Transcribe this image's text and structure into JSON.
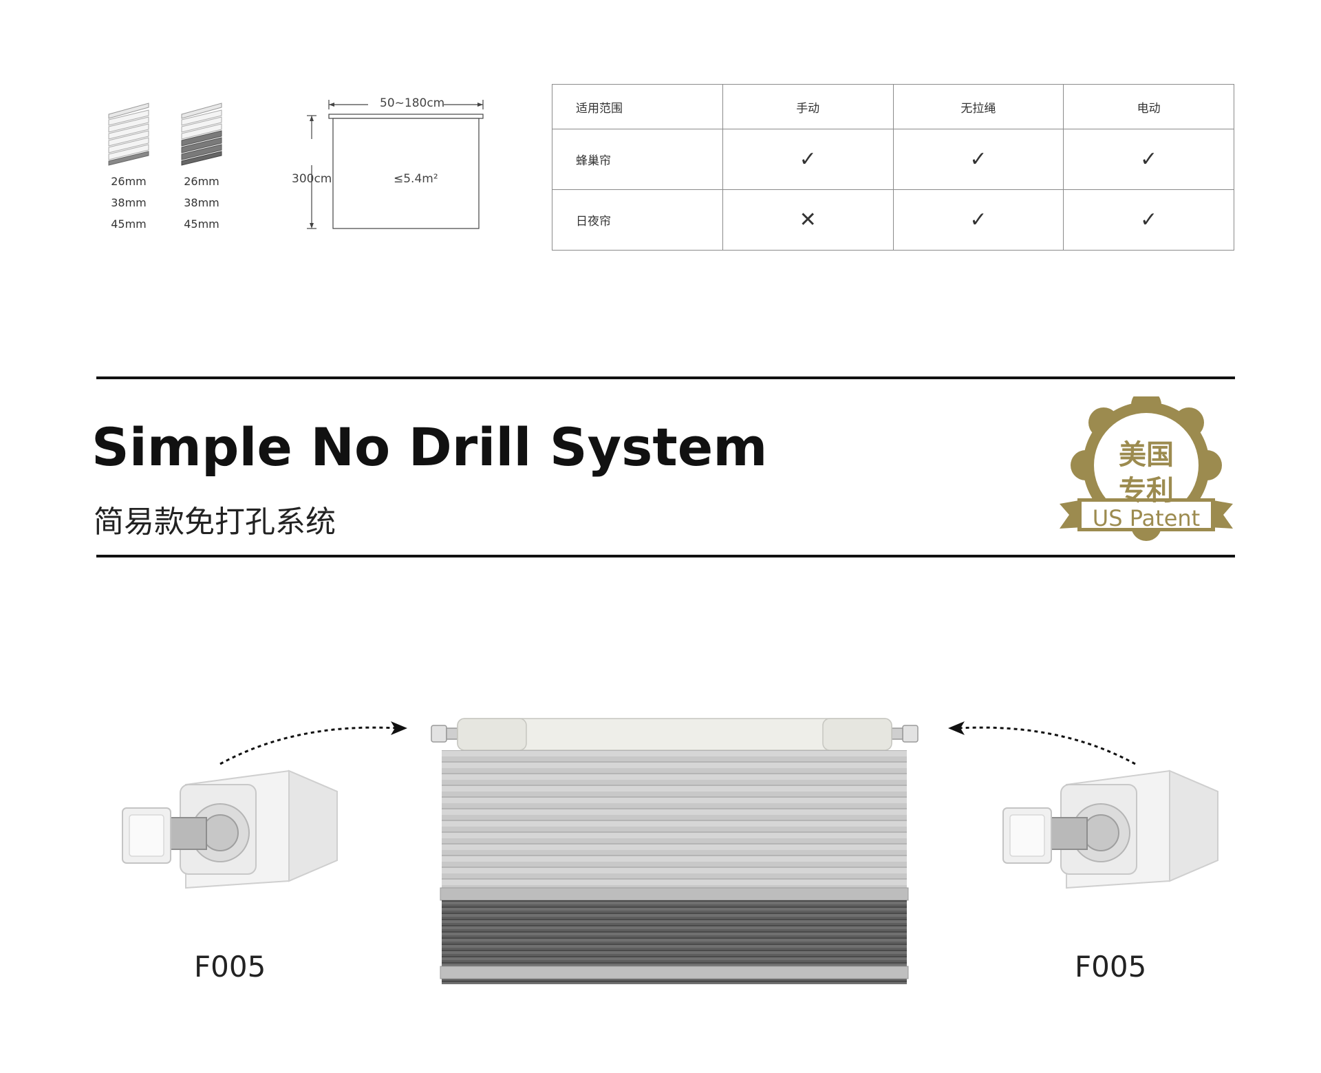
{
  "samples": [
    {
      "sizes": [
        "26mm",
        "38mm",
        "45mm"
      ]
    },
    {
      "sizes": [
        "26mm",
        "38mm",
        "45mm"
      ]
    }
  ],
  "dimension": {
    "width": "50~180cm",
    "height": "300cm",
    "area": "≤5.4m²"
  },
  "table": {
    "headers": [
      "适用范围",
      "手动",
      "无拉绳",
      "电动"
    ],
    "rows": [
      {
        "name": "蜂巢帘",
        "marks": [
          "✓",
          "✓",
          "✓"
        ]
      },
      {
        "name": "日夜帘",
        "marks": [
          "✕",
          "✓",
          "✓"
        ]
      }
    ]
  },
  "title": {
    "en": "Simple No Drill System",
    "cn": "简易款免打孔系统"
  },
  "badge": {
    "line1": "美国",
    "line2": "专利",
    "ribbon": "US Patent",
    "color": "#9c8b4f"
  },
  "brackets": {
    "left_code": "F005",
    "right_code": "F005"
  }
}
